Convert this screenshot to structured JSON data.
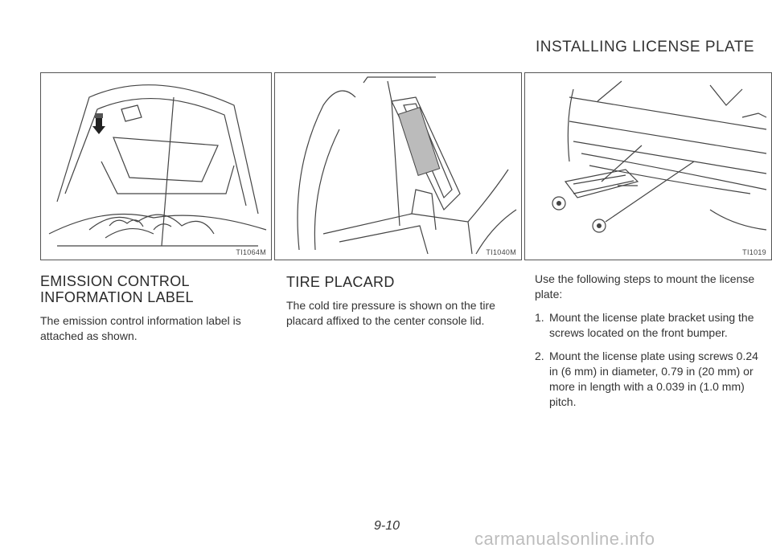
{
  "section_header": "INSTALLING LICENSE PLATE",
  "figures": {
    "hood": {
      "code": "TI1064M",
      "icon": "hood-emission-label-illustration"
    },
    "console": {
      "code": "TI1040M",
      "icon": "console-tire-placard-illustration"
    },
    "bumper": {
      "code": "TI1019",
      "icon": "bumper-license-bracket-illustration"
    }
  },
  "emission": {
    "heading_line1": "EMISSION CONTROL",
    "heading_line2": "INFORMATION LABEL",
    "body": "The emission control information label is attached as shown."
  },
  "tire": {
    "heading": "TIRE PLACARD",
    "body": "The cold tire pressure is shown on the tire placard affixed to the center console lid."
  },
  "license": {
    "intro": "Use the following steps to mount the license plate:",
    "steps": [
      {
        "num": "1.",
        "text": "Mount the license plate bracket using the screws located on the front bumper."
      },
      {
        "num": "2.",
        "text": "Mount the license plate using screws 0.24 in (6 mm) in diameter, 0.79 in (20 mm) or more in length with a 0.039 in (1.0 mm) pitch."
      }
    ]
  },
  "page_number": "9-10",
  "watermark": "carmanualsonline.info"
}
